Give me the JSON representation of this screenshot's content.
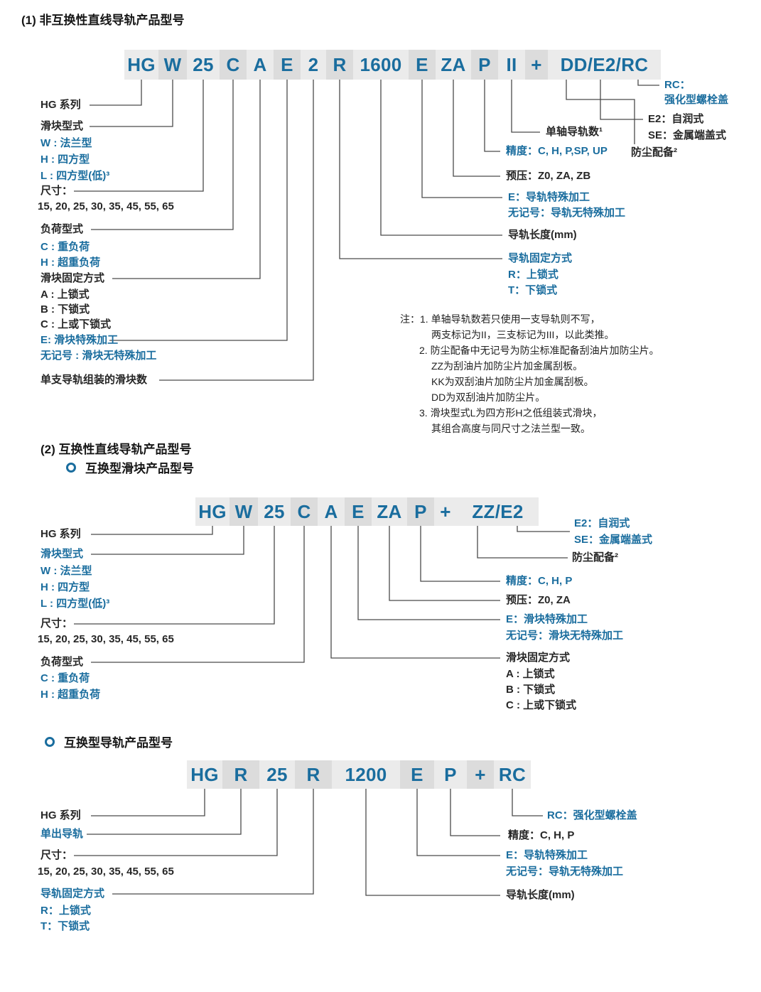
{
  "palette": {
    "accent_blue": "#1a6d9e",
    "band_light": "#ebebeb",
    "band_dark": "#dcdcdc",
    "connector_line": "#4a4a4a",
    "ink": "#262626"
  },
  "s1": {
    "heading": "(1) 非互换性直线导轨产品型号",
    "model": [
      "HG",
      "W",
      "25",
      "C",
      "A",
      "E",
      "2",
      "R",
      "1600",
      "E",
      "ZA",
      "P",
      "II",
      "+",
      "DD/E2/RC"
    ],
    "left": {
      "series": "HG 系列",
      "block_type_title": "滑块型式",
      "block_type_w": "W : 法兰型",
      "block_type_h": "H : 四方型",
      "block_type_l": "L : 四方型(低)³",
      "size_title": "尺寸：",
      "size_values": "15, 20, 25, 30, 35, 45, 55, 65",
      "load_title": "负荷型式",
      "load_c": "C : 重负荷",
      "load_h": "H : 超重负荷",
      "fixing_title": "滑块固定方式",
      "fixing_a": "A : 上锁式",
      "fixing_b": "B : 下锁式",
      "fixing_c": "C : 上或下锁式",
      "special_e": "E: 滑块特殊加工",
      "special_none": "无记号 : 滑块无特殊加工",
      "block_count": "单支导轨组装的滑块数"
    },
    "right": {
      "rc_line1": "RC：",
      "rc_line2": "强化型螺栓盖",
      "e2": "E2：自润式",
      "se": "SE：金属端盖式",
      "dust": "防尘配备²",
      "rail_count": "单轴导轨数¹",
      "precision": "精度：C, H, P,SP, UP",
      "preload": "预压：Z0, ZA, ZB",
      "rail_special_e": "E：导轨特殊加工",
      "rail_special_none": "无记号：导轨无特殊加工",
      "rail_length": "导轨长度(mm)",
      "rail_fixing_title": "导轨固定方式",
      "rail_fixing_r": "R：上锁式",
      "rail_fixing_t": "T：下锁式"
    },
    "notes": [
      "注：1. 单轴导轨数若只使用一支导轨则不写，",
      "两支标记为II，三支标记为III，以此类推。",
      "2. 防尘配备中无记号为防尘标准配备刮油片加防尘片。",
      "ZZ为刮油片加防尘片加金属刮板。",
      "KK为双刮油片加防尘片加金属刮板。",
      "DD为双刮油片加防尘片。",
      "3. 滑块型式L为四方形H之低组装式滑块，",
      "其组合高度与同尺寸之法兰型一致。"
    ]
  },
  "s2": {
    "heading": "(2) 互换性直线导轨产品型号",
    "subheading": "互换型滑块产品型号",
    "model": [
      "HG",
      "W",
      "25",
      "C",
      "A",
      "E",
      "ZA",
      "P",
      "+",
      "ZZ/E2"
    ],
    "left": {
      "series": "HG 系列",
      "block_type_title": "滑块型式",
      "block_type_w": "W : 法兰型",
      "block_type_h": "H : 四方型",
      "block_type_l": "L : 四方型(低)³",
      "size_title": "尺寸：",
      "size_values": "15, 20, 25, 30, 35, 45, 55, 65",
      "load_title": "负荷型式",
      "load_c": "C : 重负荷",
      "load_h": "H : 超重负荷"
    },
    "right": {
      "e2": "E2：自润式",
      "se": "SE：金属端盖式",
      "dust": "防尘配备²",
      "precision": "精度：C, H, P",
      "preload": "预压：Z0, ZA",
      "special_e": "E：滑块特殊加工",
      "special_none": "无记号：滑块无特殊加工",
      "fixing_title": "滑块固定方式",
      "fixing_a": "A : 上锁式",
      "fixing_b": "B : 下锁式",
      "fixing_c": "C : 上或下锁式"
    }
  },
  "s3": {
    "subheading": "互换型导轨产品型号",
    "model": [
      "HG",
      "R",
      "25",
      "R",
      "1200",
      "E",
      "P",
      "+",
      "RC"
    ],
    "left": {
      "series": "HG 系列",
      "single_rail": "单出导轨",
      "size_title": "尺寸：",
      "size_values": "15, 20, 25, 30, 35, 45, 55, 65",
      "fixing_title": "导轨固定方式",
      "fixing_r": "R：上锁式",
      "fixing_t": "T：下锁式"
    },
    "right": {
      "rc": "RC：强化型螺栓盖",
      "precision": "精度：C, H, P",
      "special_e": "E：导轨特殊加工",
      "special_none": "无记号：导轨无特殊加工",
      "rail_length": "导轨长度(mm)"
    }
  }
}
